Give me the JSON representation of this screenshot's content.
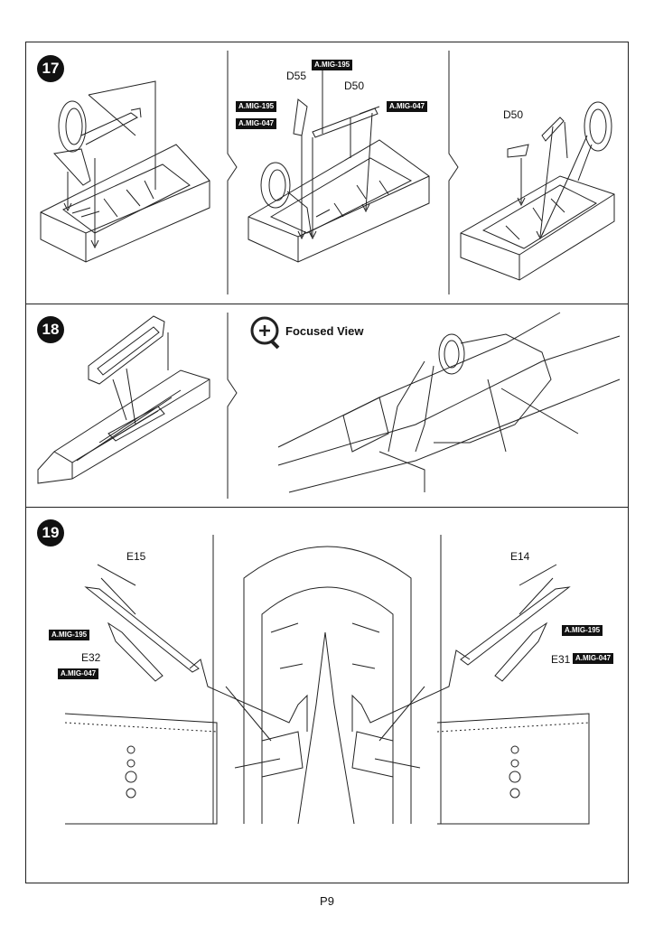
{
  "page_number": "P9",
  "steps": [
    {
      "number": "17",
      "panels": [
        {
          "parts": []
        },
        {
          "parts": [
            "D55",
            "D50"
          ],
          "paints": [
            "A.MIG-195",
            "A.MIG-195",
            "A.MIG-047",
            "A.MIG-047"
          ]
        },
        {
          "parts": [
            "D50"
          ]
        }
      ]
    },
    {
      "number": "18",
      "focused_view": "Focused View"
    },
    {
      "number": "19",
      "left_parts": [
        "E15",
        "E32"
      ],
      "left_paints": [
        "A.MIG-195",
        "A.MIG-047"
      ],
      "right_parts": [
        "E14",
        "E31"
      ],
      "right_paints": [
        "A.MIG-195",
        "A.MIG-047"
      ]
    }
  ]
}
